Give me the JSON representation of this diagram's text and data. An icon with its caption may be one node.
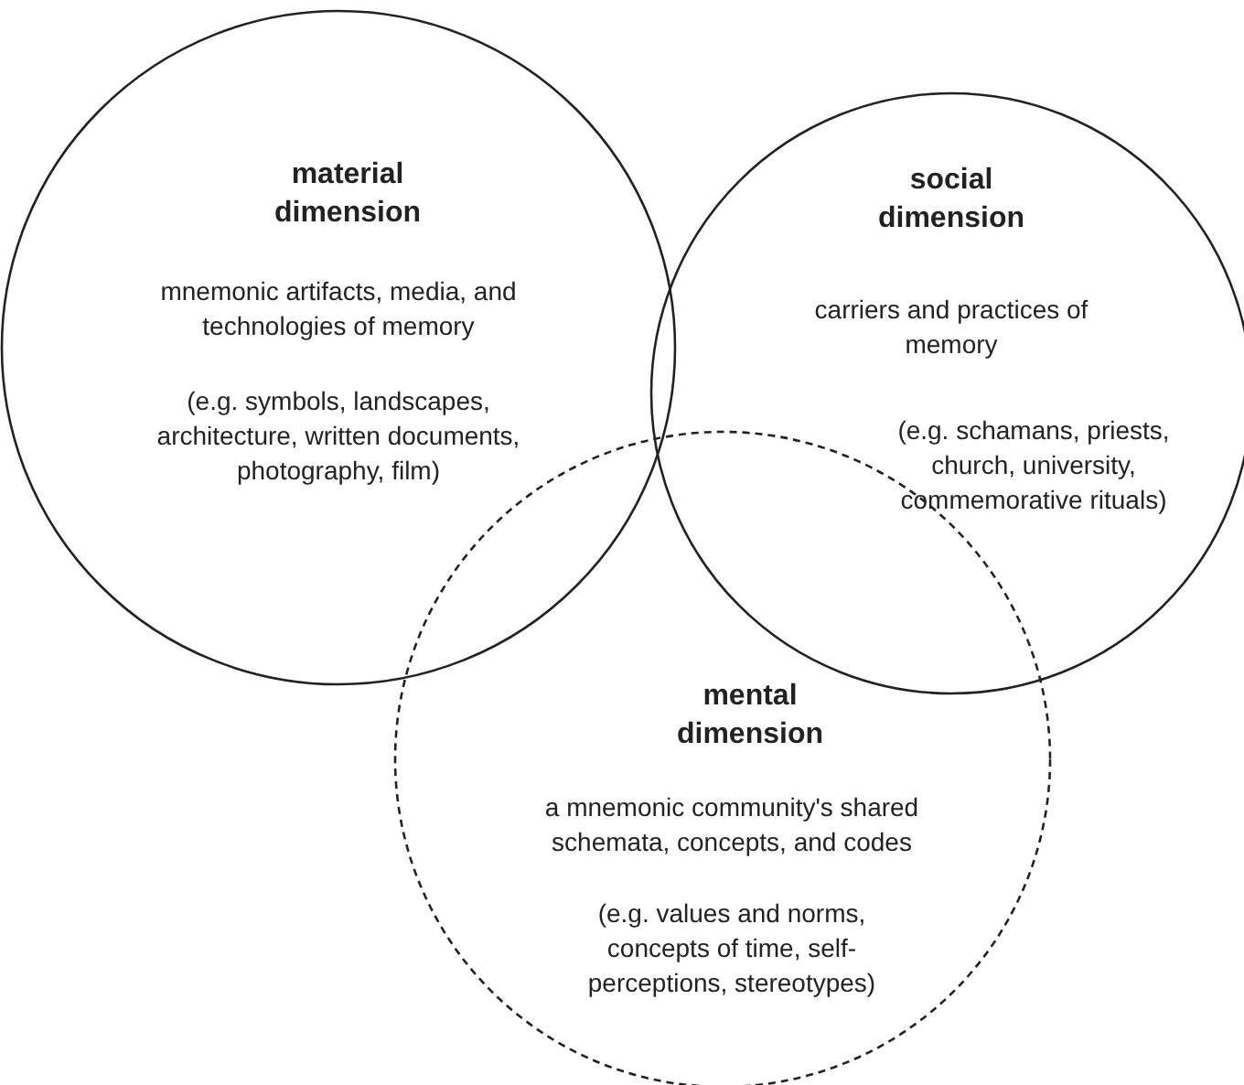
{
  "diagram": {
    "nodes": [
      {
        "text": [
          "material dimension",
          "mnemonic artifacts, media, and technologies of memory",
          "(e.g. symbols, landscapes, architecture, written documents, photography, film)"
        ]
      },
      {
        "text": [
          "social dimension",
          "carriers and practices of memory",
          "(e.g. schamans, priests, church, university, commemorative rituals)"
        ]
      },
      {
        "text": [
          "mental dimension",
          "a mnemonic community's shared schemata, concepts, and codes",
          "(e.g. values and norms, concepts of time, self-perceptions, stereotypes)"
        ]
      }
    ]
  }
}
